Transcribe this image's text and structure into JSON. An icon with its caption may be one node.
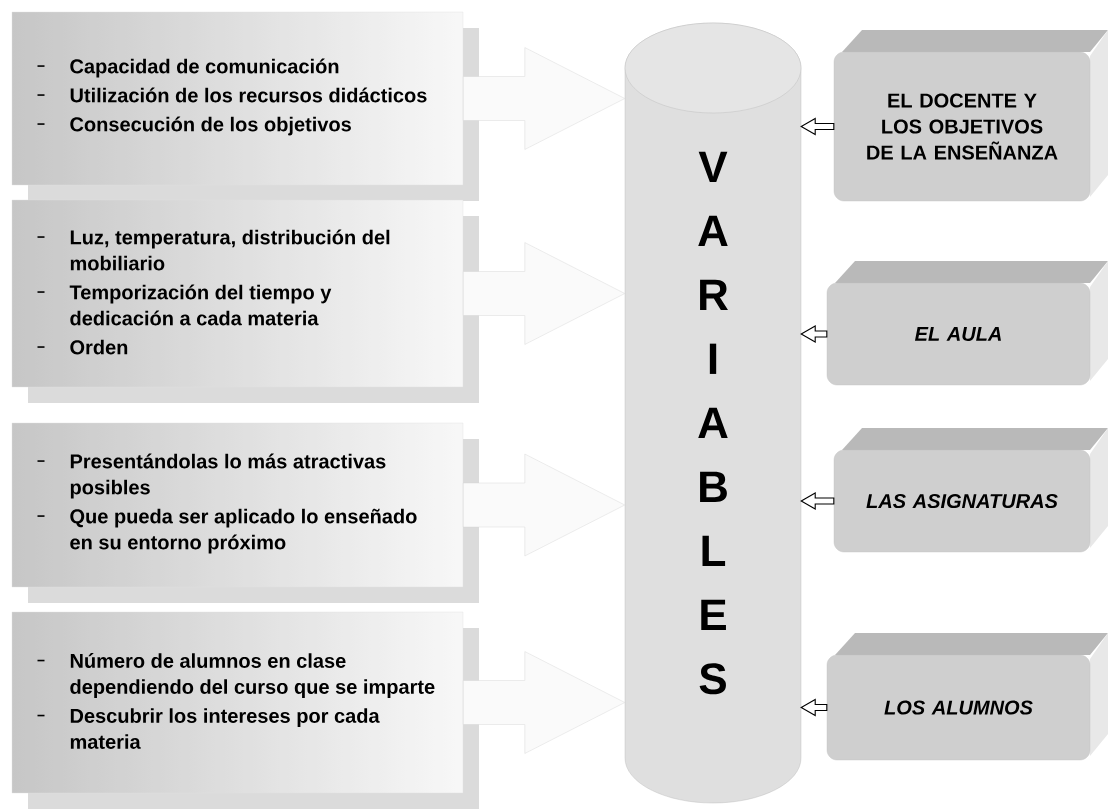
{
  "diagram": {
    "nodes": [
      {
        "text": [
          "Capacidad de comunicación",
          "Utilización de los recursos didácticos",
          "Consecución de los objetivos"
        ]
      },
      {
        "text": [
          "Luz, temperatura, distribución del mobiliario",
          "Temporización del tiempo y dedicación a cada materia",
          "Orden"
        ]
      },
      {
        "text": [
          "Presentándolas lo más atractivas posibles",
          "Que pueda ser aplicado lo enseñado en su entorno próximo"
        ]
      },
      {
        "text": [
          "Número de alumnos en clase dependiendo del curso que se imparte",
          "Descubrir los intereses por cada materia"
        ]
      },
      {
        "text": [
          "V",
          "A",
          "R",
          "I",
          "A",
          "B",
          "L",
          "E",
          "S"
        ]
      },
      {
        "text": [
          "EL DOCENTE Y LOS OBJETIVOS DE LA ENSEÑANZA"
        ]
      },
      {
        "text": [
          "EL AULA"
        ]
      },
      {
        "text": [
          "LAS ASIGNATURAS"
        ]
      },
      {
        "text": [
          "LOS ALUMNOS"
        ]
      }
    ],
    "edges": [
      {
        "from": 0,
        "to": 4,
        "arrow": "to",
        "style": "thick"
      },
      {
        "from": 1,
        "to": 4,
        "arrow": "to",
        "style": "thick"
      },
      {
        "from": 2,
        "to": 4,
        "arrow": "to",
        "style": "thick"
      },
      {
        "from": 3,
        "to": 4,
        "arrow": "to",
        "style": "thick"
      },
      {
        "from": 5,
        "to": 4,
        "arrow": "to"
      },
      {
        "from": 6,
        "to": 4,
        "arrow": "to"
      },
      {
        "from": 7,
        "to": 4,
        "arrow": "to"
      },
      {
        "from": 8,
        "to": 4,
        "arrow": "to"
      }
    ]
  }
}
